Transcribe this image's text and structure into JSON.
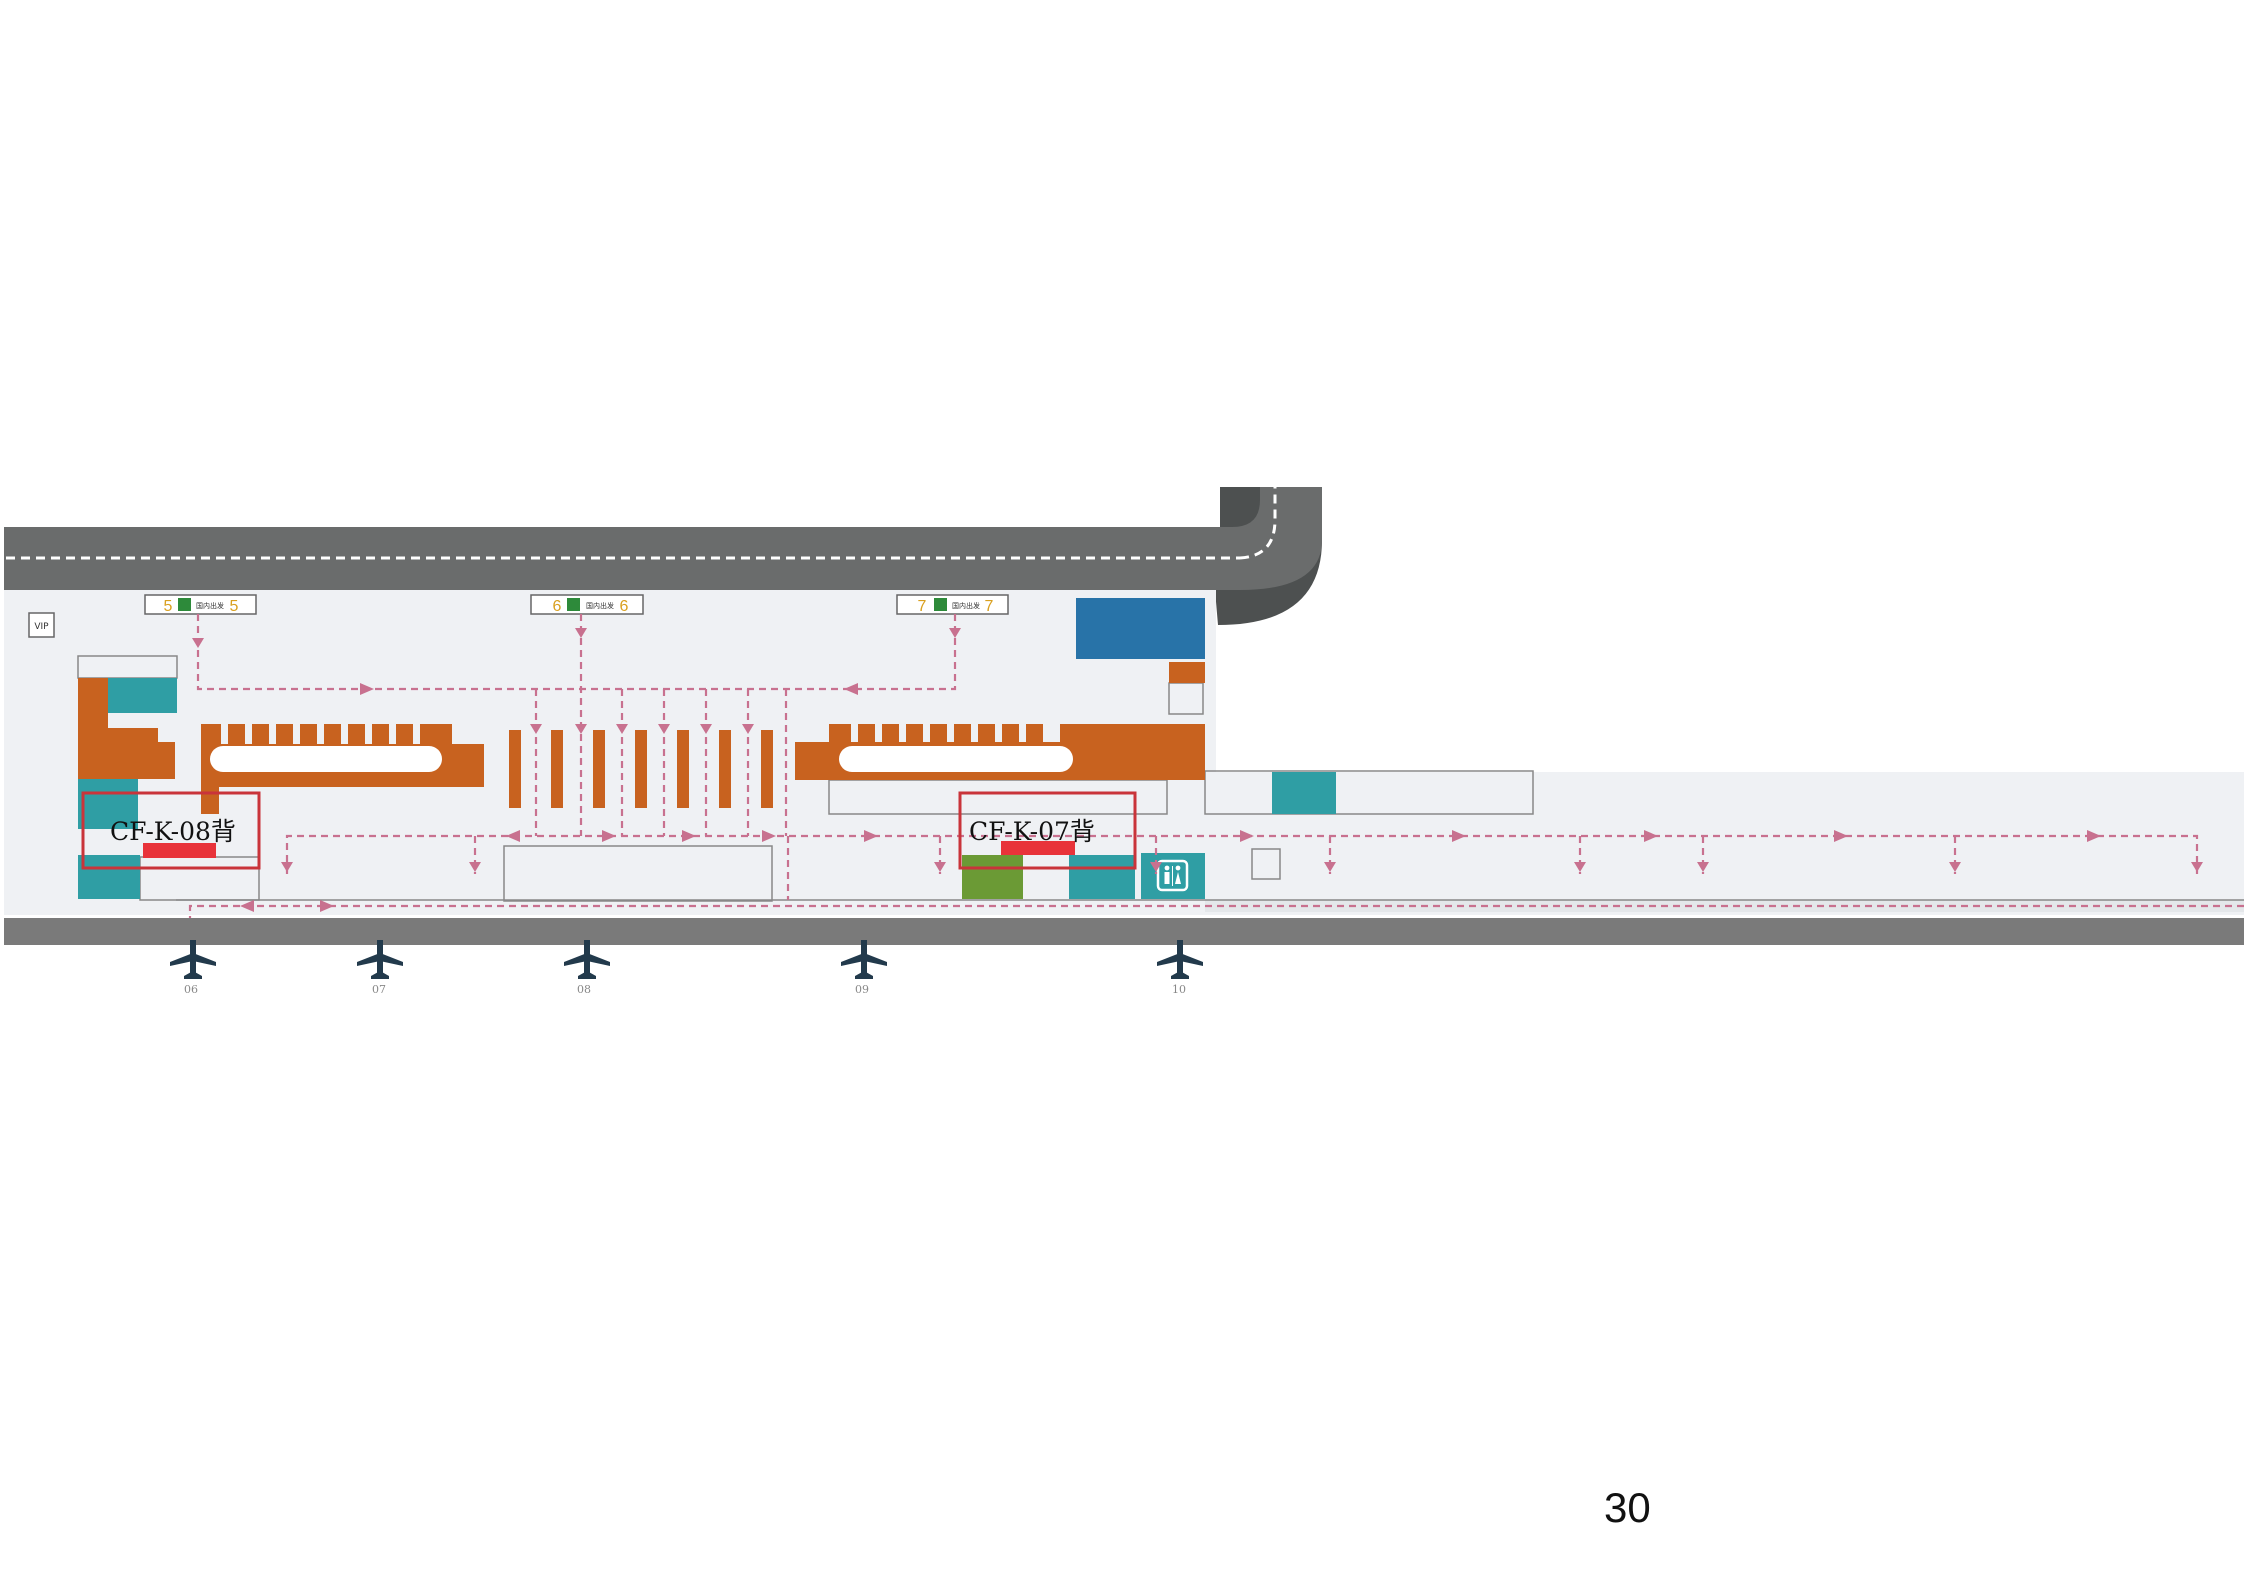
{
  "colors": {
    "road": "#6a6c6c",
    "road_dark": "#4d5050",
    "apron": "#7a7a7a",
    "floor": "#eff1f4",
    "counter": "#c8621f",
    "teal": "#2f9ea4",
    "blue": "#2873a8",
    "green": "#6b9a35",
    "flow": "#c8718f",
    "highlight_box": "#c9343a",
    "highlight_bar": "#e8333a",
    "plane": "#223a4c",
    "gate_num": "#d9a020"
  },
  "vip_label": "VIP",
  "entrances": [
    {
      "num": "5",
      "text": "国内出发"
    },
    {
      "num": "6",
      "text": "国内出发"
    },
    {
      "num": "7",
      "text": "国内出发"
    }
  ],
  "ad_spots": [
    {
      "label": "CF-K-08背"
    },
    {
      "label": "CF-K-07背"
    }
  ],
  "restroom_icon": "restroom-icon",
  "gates": [
    "06",
    "07",
    "08",
    "09",
    "10"
  ],
  "page_number": "30"
}
